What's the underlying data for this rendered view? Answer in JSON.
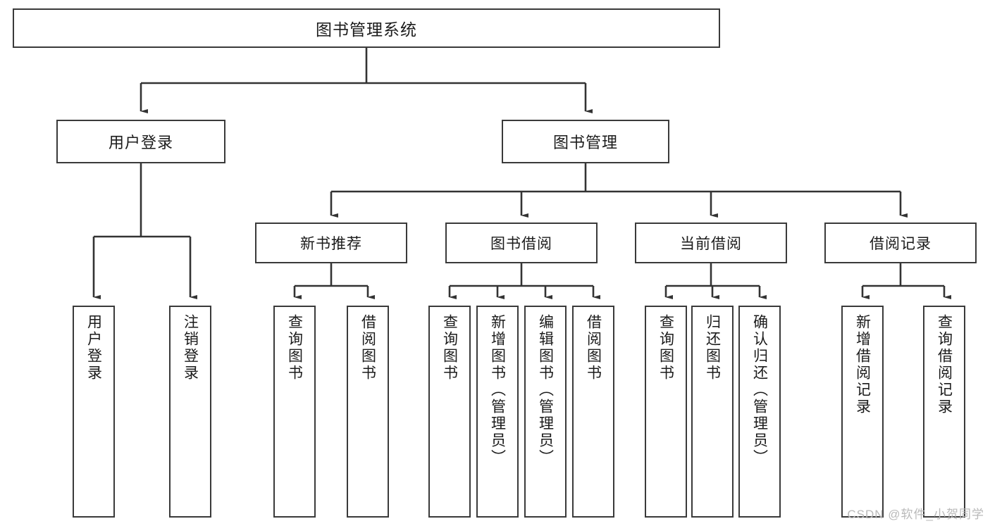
{
  "diagram": {
    "title": "图书管理系统",
    "type": "tree-hierarchy-diagram",
    "watermark": "CSDN @软件_小贺同学",
    "colors": {
      "border": "#3a3a3a",
      "background": "#ffffff",
      "text": "#1b1b1b",
      "watermark": "#b9b9b9"
    },
    "root": {
      "label": "图书管理系统"
    },
    "level1": [
      {
        "label": "用户登录"
      },
      {
        "label": "图书管理"
      }
    ],
    "level2": [
      {
        "label": "新书推荐"
      },
      {
        "label": "图书借阅"
      },
      {
        "label": "当前借阅"
      },
      {
        "label": "借阅记录"
      }
    ],
    "leaves": {
      "user_login": [
        {
          "label": "用户登录"
        },
        {
          "label": "注销登录"
        }
      ],
      "new_book_recommend": [
        {
          "label": "查询图书"
        },
        {
          "label": "借阅图书"
        }
      ],
      "book_borrow": [
        {
          "label": "查询图书"
        },
        {
          "label": "新增图书（管理员）"
        },
        {
          "label": "编辑图书（管理员）"
        },
        {
          "label": "借阅图书"
        }
      ],
      "current_borrow": [
        {
          "label": "查询图书"
        },
        {
          "label": "归还图书"
        },
        {
          "label": "确认归还（管理员）"
        }
      ],
      "borrow_record": [
        {
          "label": "新增借阅记录"
        },
        {
          "label": "查询借阅记录"
        }
      ]
    }
  }
}
